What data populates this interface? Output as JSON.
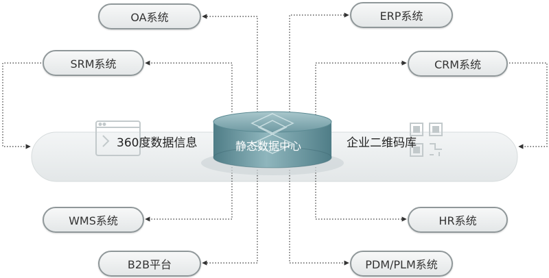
{
  "left_systems": [
    "OA系统",
    "SRM系统",
    "WMS系统",
    "B2B平台"
  ],
  "right_systems": [
    "ERP系统",
    "CRM系统",
    "HR系统",
    "PDM/PLM系统"
  ],
  "band": {
    "left_label": "360度数据信息",
    "right_label": "企业二维码库"
  },
  "core": {
    "label": "静态数据中心"
  },
  "icons": {
    "left": "document-arrow-icon",
    "right": "qr-code-icon"
  },
  "colors": {
    "pill_border": "#8f9799",
    "band": "#e8eced",
    "cylinder": "#6f9aa3",
    "line": "#333333"
  }
}
